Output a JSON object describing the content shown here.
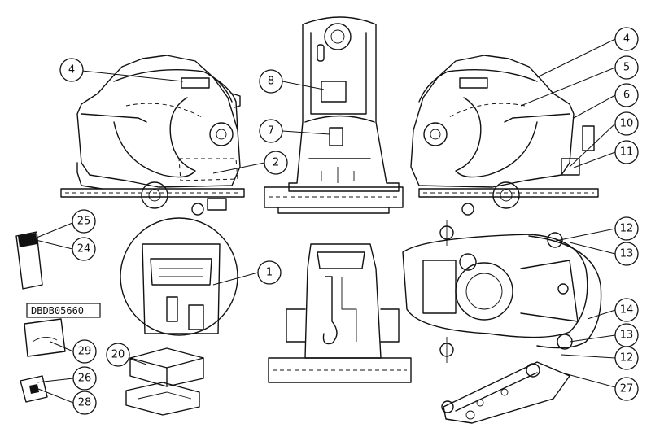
{
  "callouts": [
    "1",
    "2",
    "4",
    "4",
    "5",
    "6",
    "7",
    "8",
    "10",
    "11",
    "12",
    "12",
    "13",
    "13",
    "14",
    "20",
    "24",
    "25",
    "26",
    "27",
    "28",
    "29"
  ],
  "part_label": "DBDB05660"
}
